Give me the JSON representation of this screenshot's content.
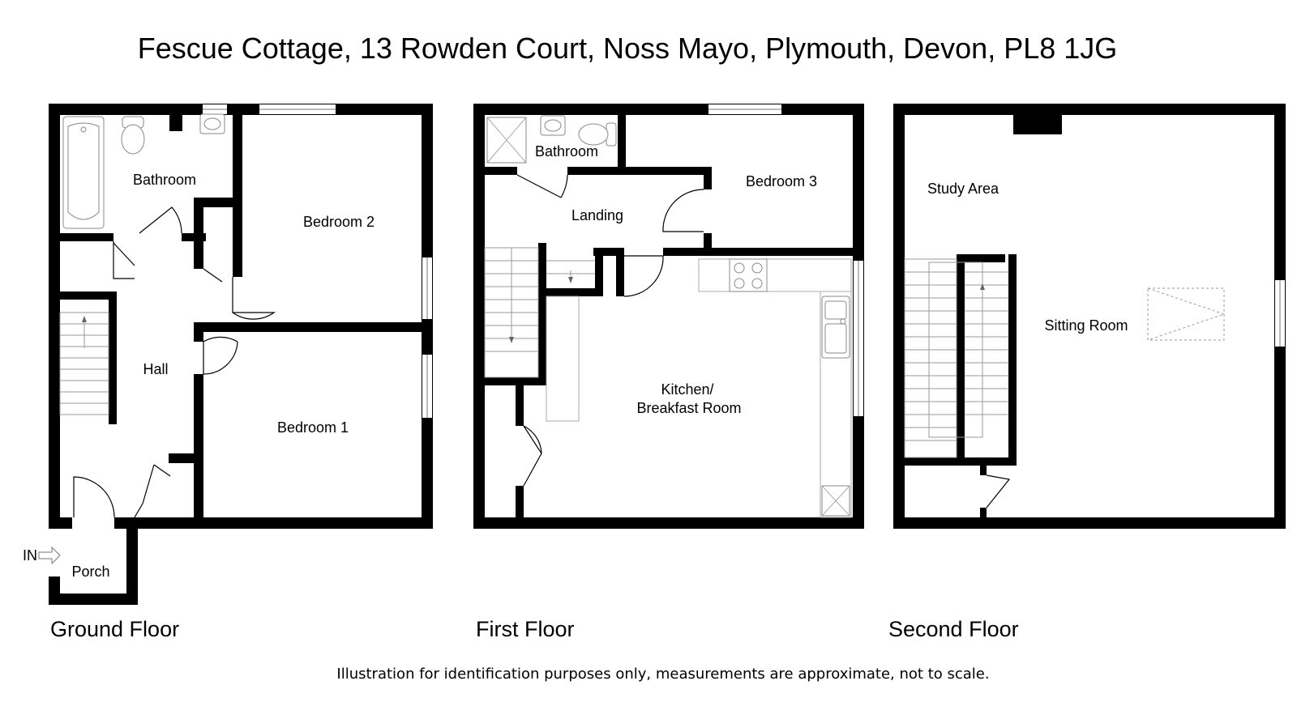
{
  "title": "Fescue Cottage, 13 Rowden Court, Noss Mayo, Plymouth, Devon, PL8 1JG",
  "floors": {
    "ground": {
      "label": "Ground Floor",
      "rooms": {
        "bathroom": "Bathroom",
        "bedroom2": "Bedroom 2",
        "hall": "Hall",
        "bedroom1": "Bedroom 1",
        "porch": "Porch"
      },
      "entrance": "IN"
    },
    "first": {
      "label": "First Floor",
      "rooms": {
        "bathroom": "Bathroom",
        "bedroom3": "Bedroom 3",
        "landing": "Landing",
        "kitchen_line1": "Kitchen/",
        "kitchen_line2": "Breakfast Room"
      }
    },
    "second": {
      "label": "Second Floor",
      "rooms": {
        "study": "Study Area",
        "sitting": "Sitting Room"
      }
    }
  },
  "disclaimer": "Illustration for identification purposes only, measurements are approximate, not to scale."
}
